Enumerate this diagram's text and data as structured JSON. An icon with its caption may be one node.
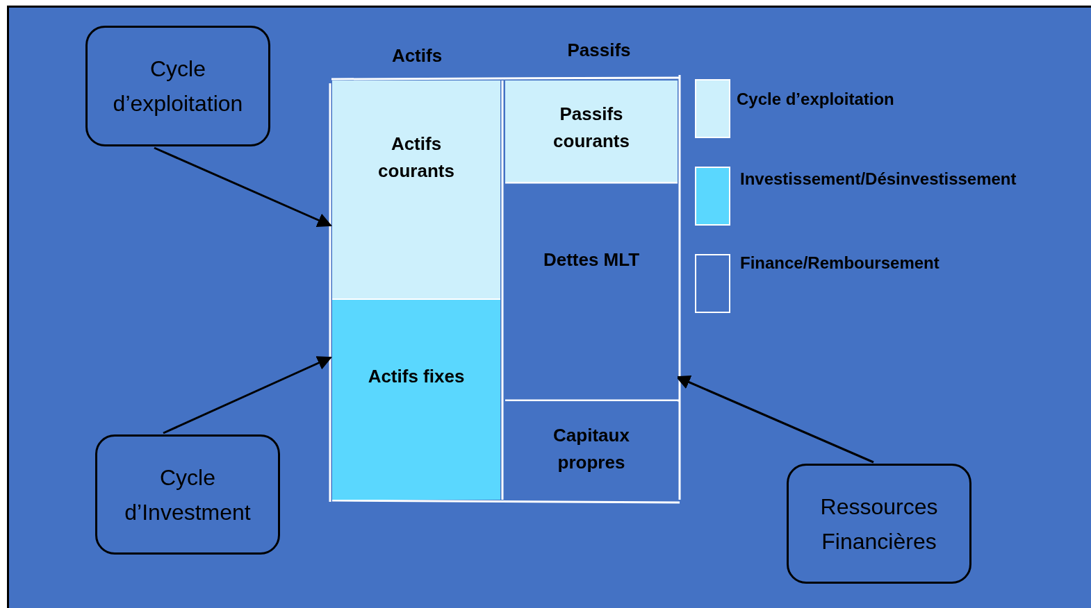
{
  "diagram": {
    "nodes": [
      {
        "text": [
          "Cycle d’exploitation"
        ]
      },
      {
        "text": [
          "Cycle d’Investment"
        ]
      },
      {
        "text": [
          "Ressources Financières"
        ]
      },
      {
        "text": [
          "Actifs courants"
        ]
      },
      {
        "text": [
          "Actifs fixes"
        ]
      },
      {
        "text": [
          "Passifs courants"
        ]
      },
      {
        "text": [
          "Dettes MLT"
        ]
      },
      {
        "text": [
          "Capitaux propres"
        ]
      }
    ],
    "edges": [
      {
        "from": 0,
        "to": 3,
        "arrow": "to"
      },
      {
        "from": 1,
        "to": 4,
        "arrow": "to"
      },
      {
        "from": 2,
        "to": 6,
        "arrow": "to"
      }
    ],
    "labels": [
      "Actifs",
      "Passifs"
    ],
    "legend": [
      {
        "text": "Cycle d’exploitation",
        "color": "#cdf0fc"
      },
      {
        "text": "Investissement/Désinvestissement",
        "color": "#5ad7fe"
      },
      {
        "text": "Finance/Remboursement",
        "color": "#4472c4"
      }
    ]
  }
}
